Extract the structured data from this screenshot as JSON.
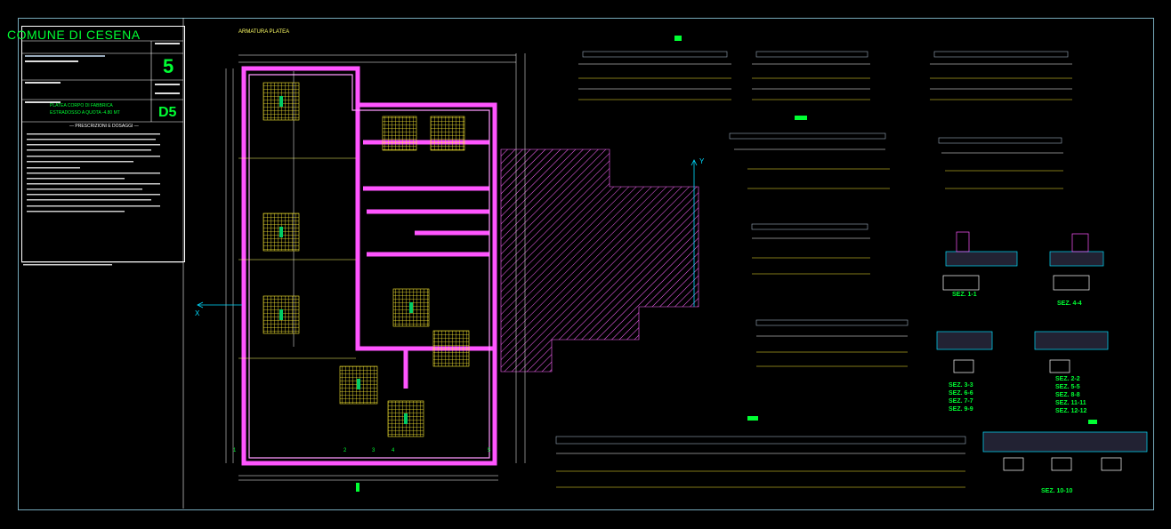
{
  "title_block": {
    "comune": "COMUNE DI CESENA",
    "sheet_number": "5",
    "sheet_code": "D5",
    "subject_line1": "PLATEA CORPO DI FABBRICA",
    "subject_line2": "ESTRADOSSO A QUOTA -4.80 MT",
    "prescriptions_header": "— PRESCRIZIONI E DOSAGGI —"
  },
  "plan": {
    "title": "ARMATURA PLATEA",
    "axis_x": "X",
    "axis_y": "Y",
    "grid_labels": [
      "1",
      "2",
      "3",
      "4",
      "5"
    ]
  },
  "sections": {
    "sez_1_1": "SEZ. 1-1",
    "sez_4_4": "SEZ. 4-4",
    "left_group": [
      "SEZ. 3-3",
      "SEZ. 6-6",
      "SEZ. 7-7",
      "SEZ. 9-9"
    ],
    "right_group": [
      "SEZ. 2-2",
      "SEZ. 5-5",
      "SEZ. 8-8",
      "SEZ. 11-11",
      "SEZ. 12-12"
    ],
    "sez_10_10": "SEZ. 10-10"
  },
  "colors": {
    "background": "#000000",
    "frame": "#77aabb",
    "wall": "#ff55ff",
    "mesh": "#ffee33",
    "dim": "#ffffff",
    "label": "#00ff33",
    "hatch": "#ff66ff"
  }
}
